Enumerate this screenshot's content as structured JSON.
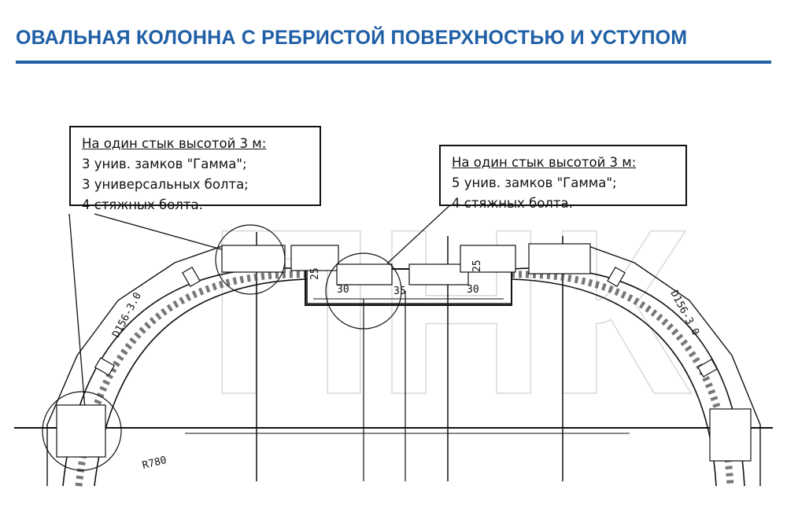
{
  "title": "ОВАЛЬНАЯ КОЛОННА С РЕБРИСТОЙ ПОВЕРХНОСТЬЮ И УСТУПОМ",
  "colors": {
    "title": "#1f5fa6",
    "rule": "#1f5fa6",
    "lines": "#111111",
    "watermark": "#c9c9c9"
  },
  "watermark": "ПНК",
  "note_left": {
    "header": "На один стык высотой 3 м:",
    "lines": [
      "3 унив. замков \"Гамма\";",
      "3 универсальных болта;",
      "4 стяжных болта."
    ]
  },
  "note_right": {
    "header": "На один стык высотой 3 м:",
    "lines": [
      "5 унив. замков \"Гамма\";",
      "4 стяжных болта."
    ]
  },
  "labels": {
    "d_left": "D156-3.0",
    "d_right": "D156-3.0",
    "radius": "R780",
    "dim_25": "25",
    "dim_30_left": "30",
    "dim_35": "35",
    "dim_30_right": "30",
    "dim_25_right": "25"
  }
}
